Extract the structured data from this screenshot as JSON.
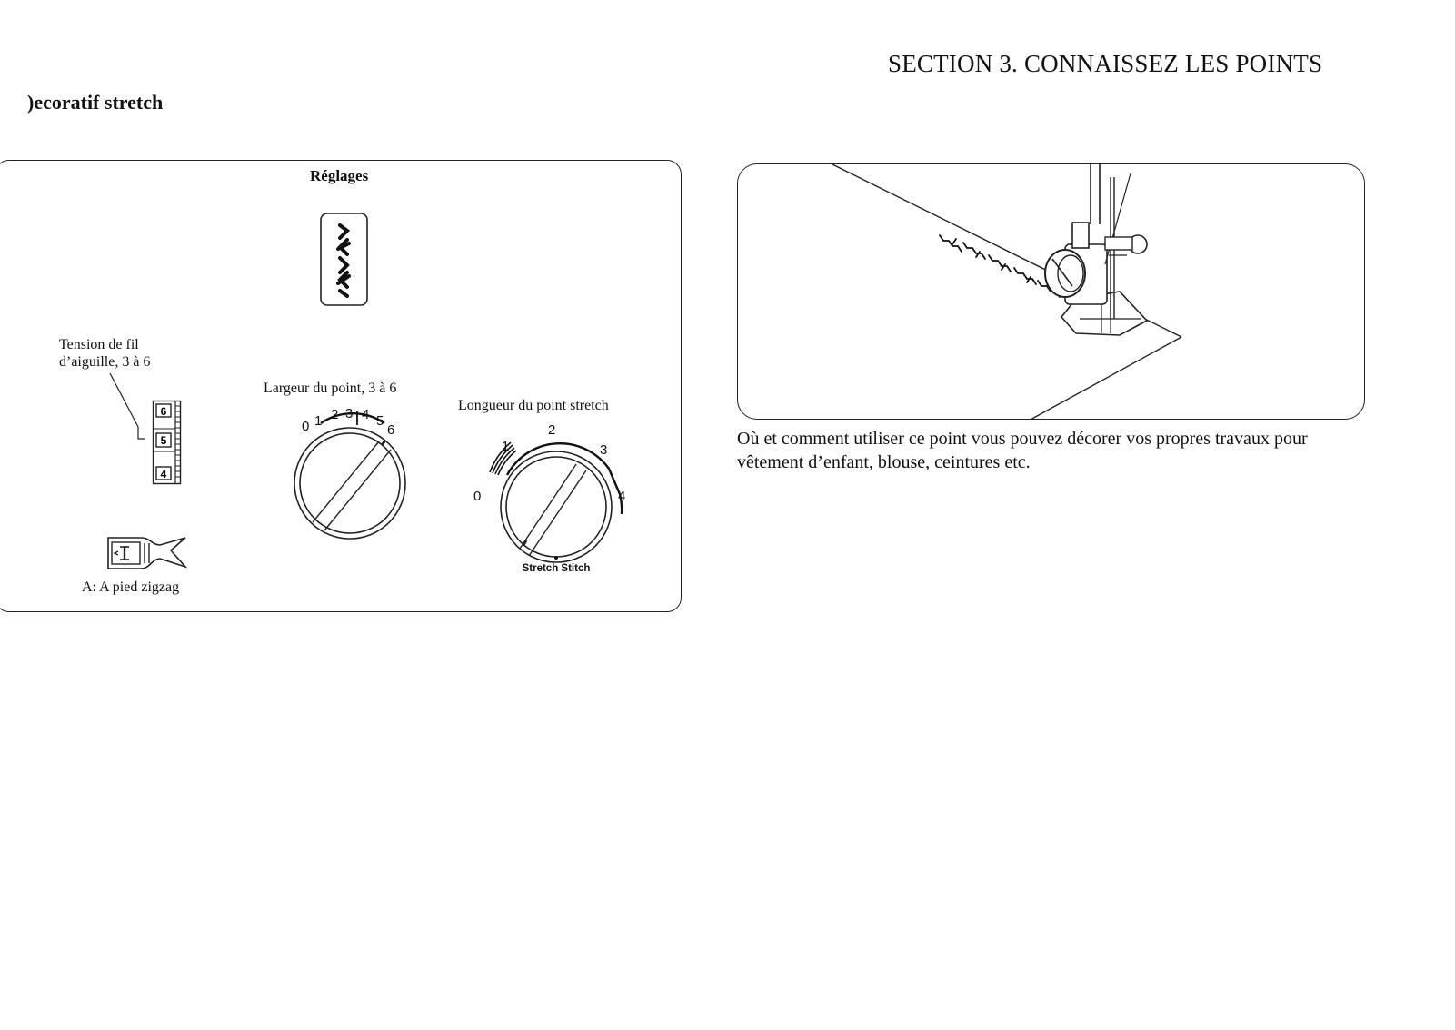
{
  "header": {
    "section": "SECTION 3.  CONNAISSEZ LES POINTS"
  },
  "page": {
    "title": ")ecoratif stretch"
  },
  "settings": {
    "heading": "Réglages",
    "tension": {
      "label_line1": "Tension de fil",
      "label_line2": "d’aiguille, 3 à 6",
      "scale_values": [
        "6",
        "5",
        "4"
      ]
    },
    "stitch_width": {
      "label": "Largeur du point, 3 à 6",
      "dial_numbers": [
        "0",
        "1",
        "2",
        "3",
        "4",
        "5",
        "6"
      ]
    },
    "stitch_length": {
      "label": "Longueur du point stretch",
      "dial_numbers": [
        "0",
        "1",
        "2",
        "3",
        "4"
      ],
      "dial_caption": "Stretch Stitch"
    },
    "presser_foot": {
      "label": "A:  A pied zigzag"
    }
  },
  "usage": {
    "text": "Où et comment utiliser ce point vous pouvez décorer vos propres travaux pour vêtement d’enfant, blouse, ceintures etc."
  }
}
